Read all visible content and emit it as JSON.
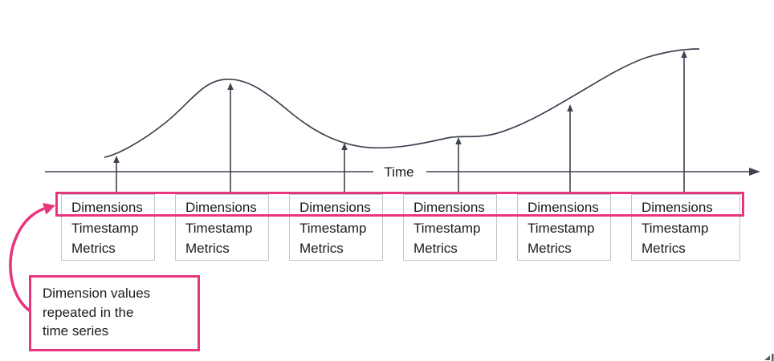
{
  "axis": {
    "label": "Time"
  },
  "record": {
    "count": 6,
    "fields": [
      "Dimensions",
      "Timestamp",
      "Metrics"
    ]
  },
  "annotation": {
    "lines": [
      "Dimension values",
      "repeated in the",
      "time series"
    ]
  },
  "icons": {
    "axis_arrowhead": "right-arrowhead",
    "data_point_arrow": "up-arrowhead",
    "annotation_pointer": "curved-pink-arrow"
  },
  "colors": {
    "accent_pink": "#e8357d",
    "diagram_line": "#3e4350",
    "box_border": "#c1c5cc",
    "text": "#1b1b1d",
    "background": "#ffffff"
  }
}
